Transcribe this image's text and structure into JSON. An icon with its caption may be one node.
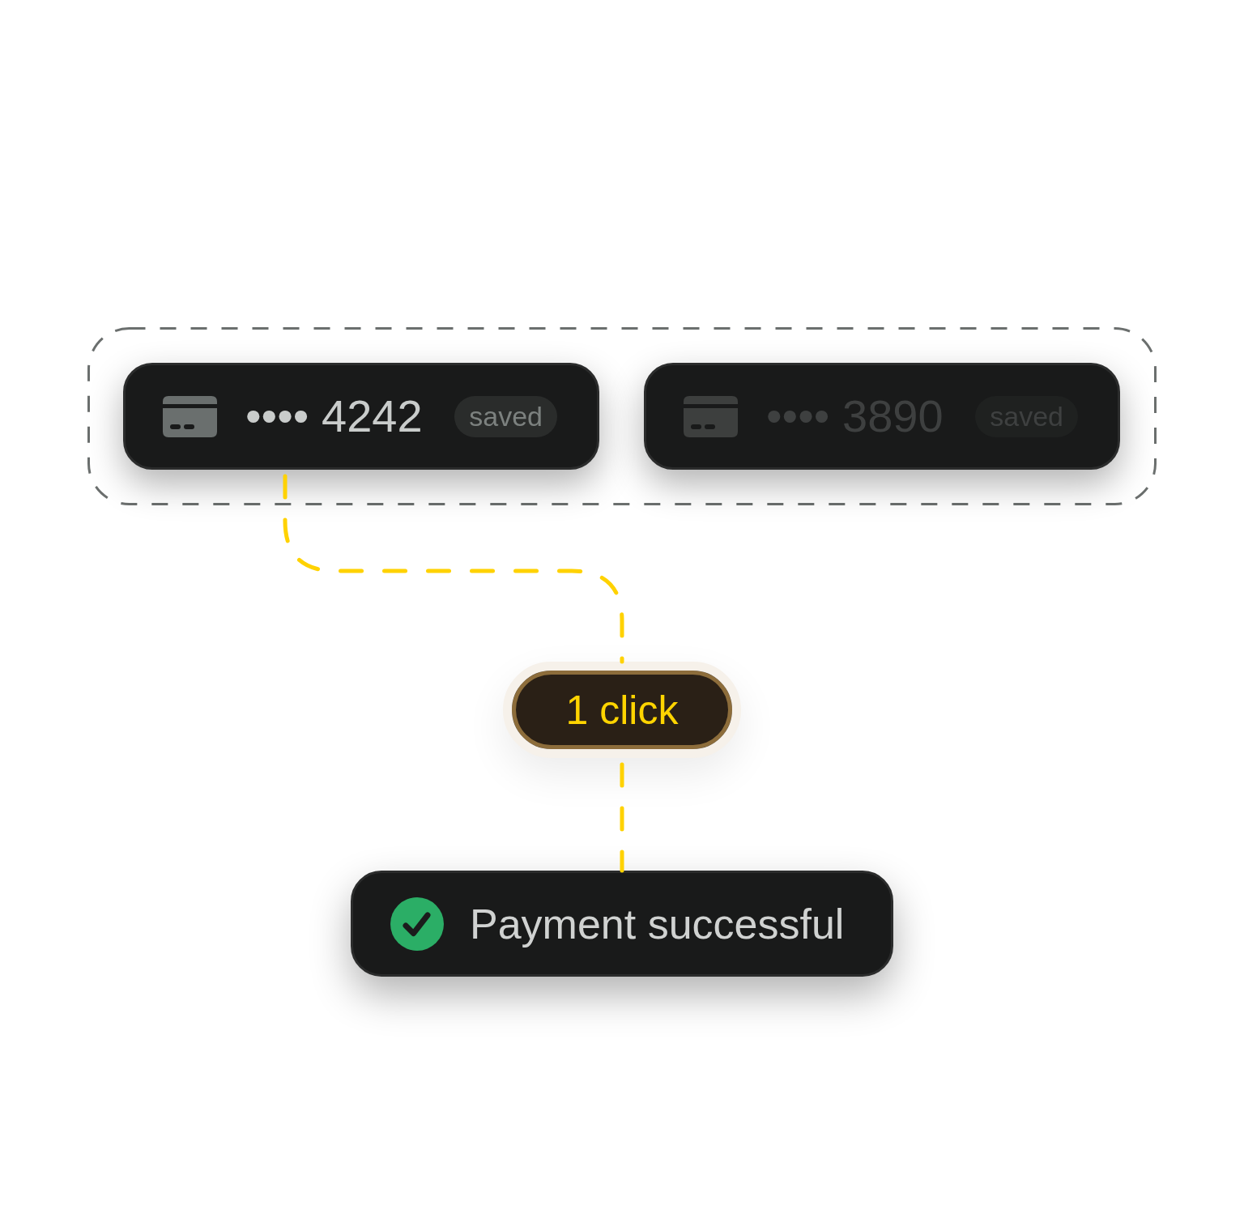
{
  "diagram": {
    "nodes": [
      {
        "text": [],
        "shape": "box"
      },
      {
        "text": [
          "•••• 4242",
          "saved"
        ],
        "in": 0
      },
      {
        "text": [
          "•••• 3890",
          "saved"
        ],
        "in": 0
      },
      {
        "text": [
          "1 click"
        ]
      },
      {
        "text": [
          "Payment successful"
        ]
      }
    ],
    "edges": [
      {
        "from": 1,
        "to": 3,
        "arrow": "none",
        "style": "dashed"
      },
      {
        "from": 3,
        "to": 4,
        "arrow": "none",
        "style": "dashed"
      }
    ]
  }
}
